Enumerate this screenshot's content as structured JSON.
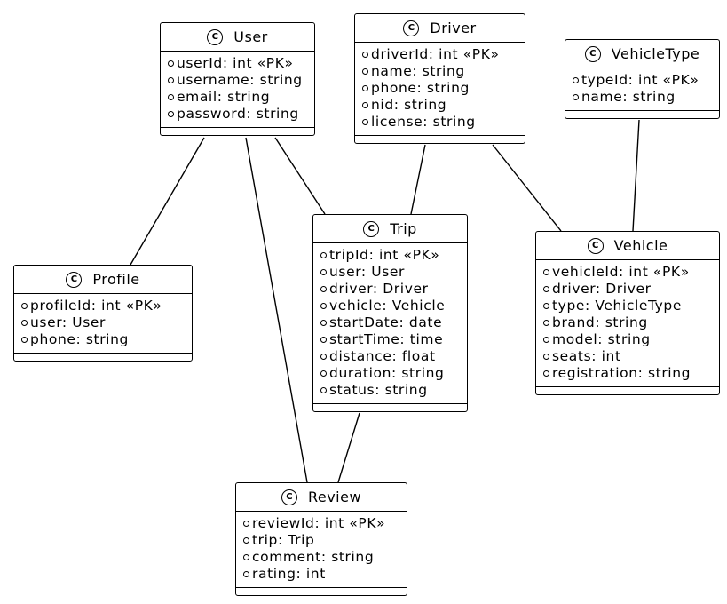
{
  "classes": {
    "user": {
      "badge": "C",
      "name": "User",
      "attributes": [
        "userId: int «PK»",
        "username: string",
        "email: string",
        "password: string"
      ]
    },
    "driver": {
      "badge": "C",
      "name": "Driver",
      "attributes": [
        "driverId: int «PK»",
        "name: string",
        "phone: string",
        "nid: string",
        "license: string"
      ]
    },
    "vehicletype": {
      "badge": "C",
      "name": "VehicleType",
      "attributes": [
        "typeId: int «PK»",
        "name: string"
      ]
    },
    "trip": {
      "badge": "C",
      "name": "Trip",
      "attributes": [
        "tripId: int «PK»",
        "user: User",
        "driver: Driver",
        "vehicle: Vehicle",
        "startDate: date",
        "startTime: time",
        "distance: float",
        "duration: string",
        "status: string"
      ]
    },
    "vehicle": {
      "badge": "C",
      "name": "Vehicle",
      "attributes": [
        "vehicleId: int «PK»",
        "driver: Driver",
        "type: VehicleType",
        "brand: string",
        "model: string",
        "seats: int",
        "registration: string"
      ]
    },
    "profile": {
      "badge": "C",
      "name": "Profile",
      "attributes": [
        "profileId: int «PK»",
        "user: User",
        "phone: string"
      ]
    },
    "review": {
      "badge": "C",
      "name": "Review",
      "attributes": [
        "reviewId: int «PK»",
        "trip: Trip",
        "comment: string",
        "rating: int"
      ]
    }
  },
  "associations": [
    {
      "from": "User",
      "to": "Profile"
    },
    {
      "from": "User",
      "to": "Review"
    },
    {
      "from": "User",
      "to": "Trip"
    },
    {
      "from": "Driver",
      "to": "Trip"
    },
    {
      "from": "Driver",
      "to": "Vehicle"
    },
    {
      "from": "VehicleType",
      "to": "Vehicle"
    },
    {
      "from": "Trip",
      "to": "Review"
    }
  ]
}
